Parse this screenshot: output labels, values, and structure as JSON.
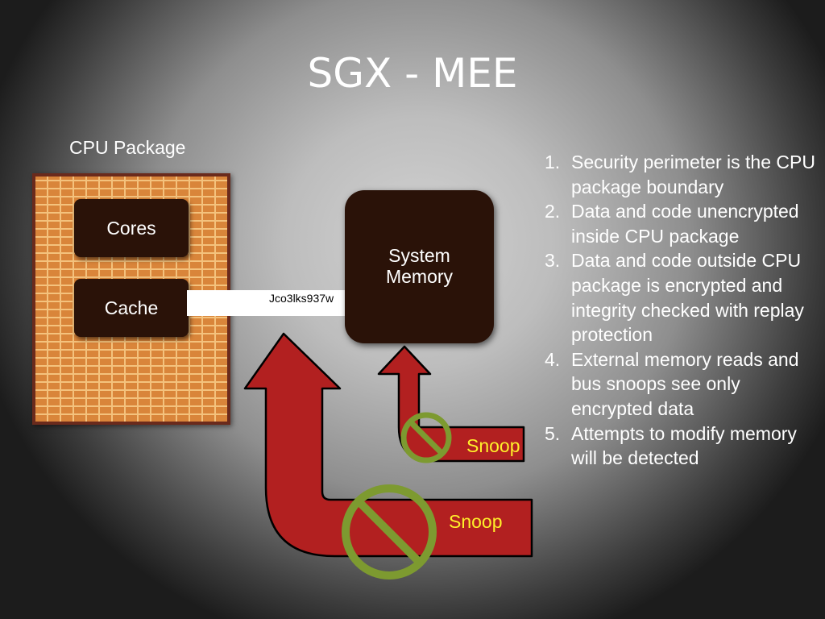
{
  "slide": {
    "title": "SGX - MEE"
  },
  "diagram": {
    "cpu_package_label": "CPU Package",
    "cores_label": "Cores",
    "cache_label": "Cache",
    "bus_ciphertext": "Jco3lks937w",
    "system_memory_line1": "System",
    "system_memory_line2": "Memory",
    "snoop_small_label": "Snoop",
    "snoop_large_label": "Snoop",
    "colors": {
      "chip_fill": "#2a1208",
      "arrow_fill": "#b22020",
      "prohibit_ring": "#7d9a30",
      "snoop_text": "#ffef2a",
      "brick": "#d9853a"
    },
    "icons": [
      "prohibited-sign-icon",
      "up-arrow-icon"
    ]
  },
  "points": [
    {
      "number": "1.",
      "text": "Security perimeter is the CPU package boundary"
    },
    {
      "number": "2.",
      "text": "Data and code unencrypted inside CPU package"
    },
    {
      "number": "3.",
      "text": "Data and code outside CPU package is encrypted and integrity checked with replay protection"
    },
    {
      "number": "4.",
      "text": "External memory reads and bus snoops see only encrypted data"
    },
    {
      "number": "5.",
      "text": "Attempts to modify memory will be detected"
    }
  ]
}
